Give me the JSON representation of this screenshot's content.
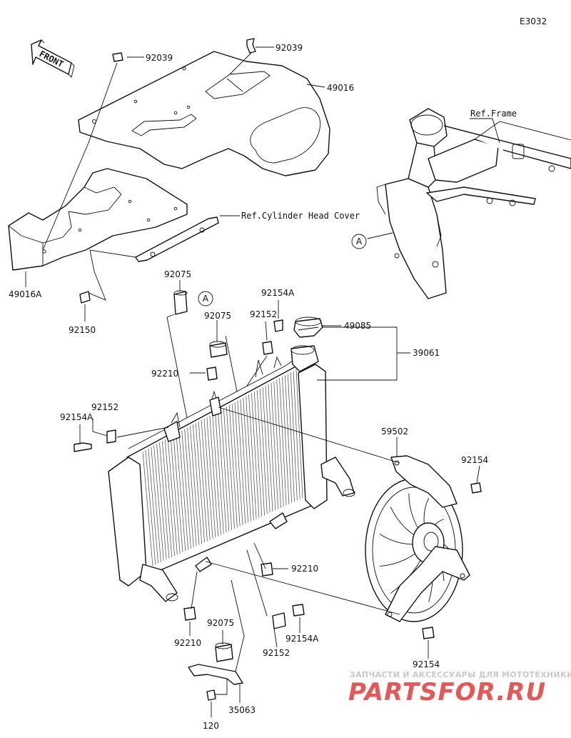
{
  "diagram": {
    "code": "E3032",
    "front_label": "FRONT",
    "callout_letter": "A",
    "references": {
      "frame": "Ref.Frame",
      "cylinder_head_cover": "Ref.Cylinder Head Cover"
    },
    "parts": {
      "p92039_left": "92039",
      "p92039_right": "92039",
      "p49016": "49016",
      "p49016A": "49016A",
      "p92150": "92150",
      "p92075_top": "92075",
      "p92075_mid": "92075",
      "p92075_bottom": "92075",
      "p92154A_top": "92154A",
      "p92152_top": "92152",
      "p49085": "49085",
      "p39061": "39061",
      "p92210_top": "92210",
      "p92152_left": "92152",
      "p92154A_left": "92154A",
      "p59502": "59502",
      "p92154_right": "92154",
      "p92210_right": "92210",
      "p92210_bottom": "92210",
      "p92152_bottom": "92152",
      "p92154A_bottom": "92154A",
      "p92154_bottom": "92154",
      "p35063": "35063",
      "p120": "120"
    }
  },
  "watermark": {
    "tagline": "ЗАПЧАСТИ И АКСЕССУАРЫ ДЛЯ МОТОТЕХНИКИ",
    "brand": "PARTSFOR.RU",
    "color": "#e23b3b"
  }
}
